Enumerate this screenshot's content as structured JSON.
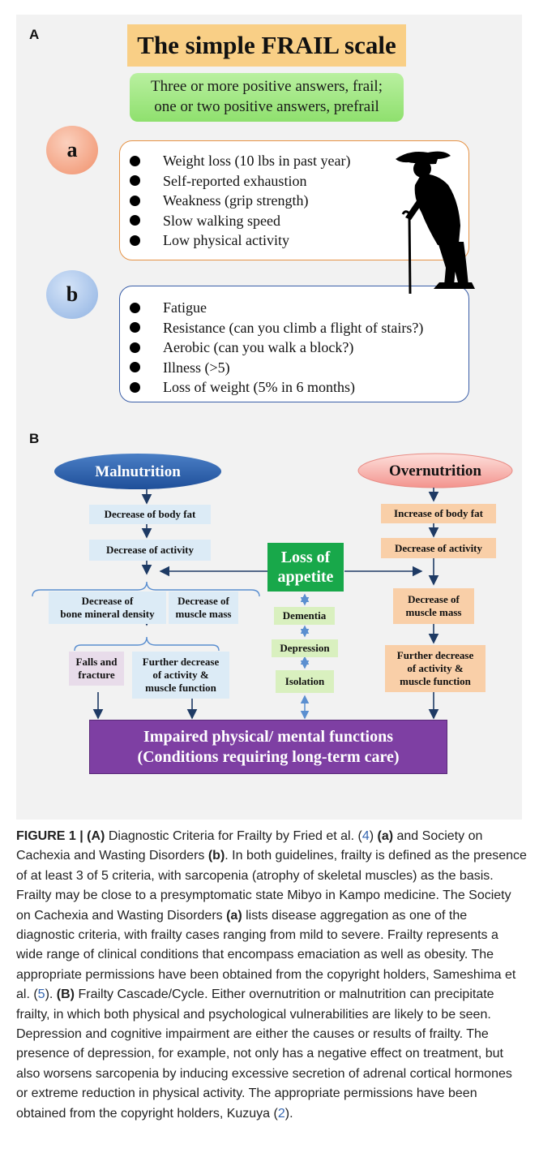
{
  "panel_a": {
    "label": "A",
    "title": "The simple FRAIL scale",
    "rule_line1": "Three or more positive answers, frail;",
    "rule_line2": "one or two positive answers, prefrail",
    "group_a": {
      "label": "a",
      "items": [
        "Weight loss (10 lbs in past year)",
        "Self-reported exhaustion",
        "Weakness (grip strength)",
        "Slow walking speed",
        "Low physical activity"
      ]
    },
    "group_b": {
      "label": "b",
      "items": [
        "Fatigue",
        "Resistance (can you climb a flight of stairs?)",
        "Aerobic (can you walk a block?)",
        "Illness (>5)",
        "Loss of weight (5% in 6 months)"
      ]
    },
    "figure_icon": "elderly-person-with-cane-icon"
  },
  "panel_b": {
    "label": "B",
    "malnutrition": "Malnutrition",
    "overnutrition": "Overnutrition",
    "left_chain": {
      "body_fat": "Decrease of body fat",
      "activity": "Decrease of activity",
      "bone_line1": "Decrease of",
      "bone_line2": "bone mineral density",
      "muscle_line1": "Decrease of",
      "muscle_line2": "muscle mass",
      "falls_line1": "Falls and",
      "falls_line2": "fracture",
      "further_line1": "Further decrease",
      "further_line2": "of activity &",
      "further_line3": "muscle function"
    },
    "center": {
      "appetite_line1": "Loss of",
      "appetite_line2": "appetite",
      "dementia": "Dementia",
      "depression": "Depression",
      "isolation": "Isolation"
    },
    "right_chain": {
      "body_fat": "Increase of body fat",
      "activity": "Decrease of activity",
      "muscle_line1": "Decrease of",
      "muscle_line2": "muscle mass",
      "further_line1": "Further decrease",
      "further_line2": "of activity &",
      "further_line3": "muscle function"
    },
    "outcome_line1": "Impaired physical/ mental functions",
    "outcome_line2": "(Conditions requiring long-term care)",
    "colors": {
      "malnutrition": "#2f5fa8",
      "overnutrition": "#f6a9a3",
      "appetite": "#18a84a",
      "outcome": "#7e3fa3"
    }
  },
  "caption": {
    "fig_label": "FIGURE 1 |",
    "A_tag": "(A)",
    "t1": " Diagnostic Criteria for Frailty by Fried et al. (",
    "ref4": "4",
    "t2": ") ",
    "a_tag1": "(a)",
    "t3": " and Society on Cachexia and Wasting Disorders ",
    "b_tag1": "(b)",
    "t4": ". In both guidelines, frailty is defined as the presence of at least 3 of 5 criteria, with sarcopenia (atrophy of skeletal muscles) as the basis. Frailty may be close to a presymptomatic state Mibyo in Kampo medicine. The Society on Cachexia and Wasting Disorders ",
    "a_tag2": "(a)",
    "t5": " lists disease aggregation as one of the diagnostic criteria, with frailty cases ranging from mild to severe. Frailty represents a wide range of clinical conditions that encompass emaciation as well as obesity. The appropriate permissions have been obtained from the copyright holders, Sameshima et al. (",
    "ref5": "5",
    "t6": "). ",
    "B_tag": "(B)",
    "t7": " Frailty Cascade/Cycle. Either overnutrition or malnutrition can precipitate frailty, in which both physical and psychological vulnerabilities are likely to be seen. Depression and cognitive impairment are either the causes or results of frailty. The presence of depression, for example, not only has a negative effect on treatment, but also worsens sarcopenia by inducing excessive secretion of adrenal cortical hormones or extreme reduction in physical activity. The appropriate permissions have been obtained from the copyright holders, Kuzuya (",
    "ref2": "2",
    "t8": ")."
  }
}
